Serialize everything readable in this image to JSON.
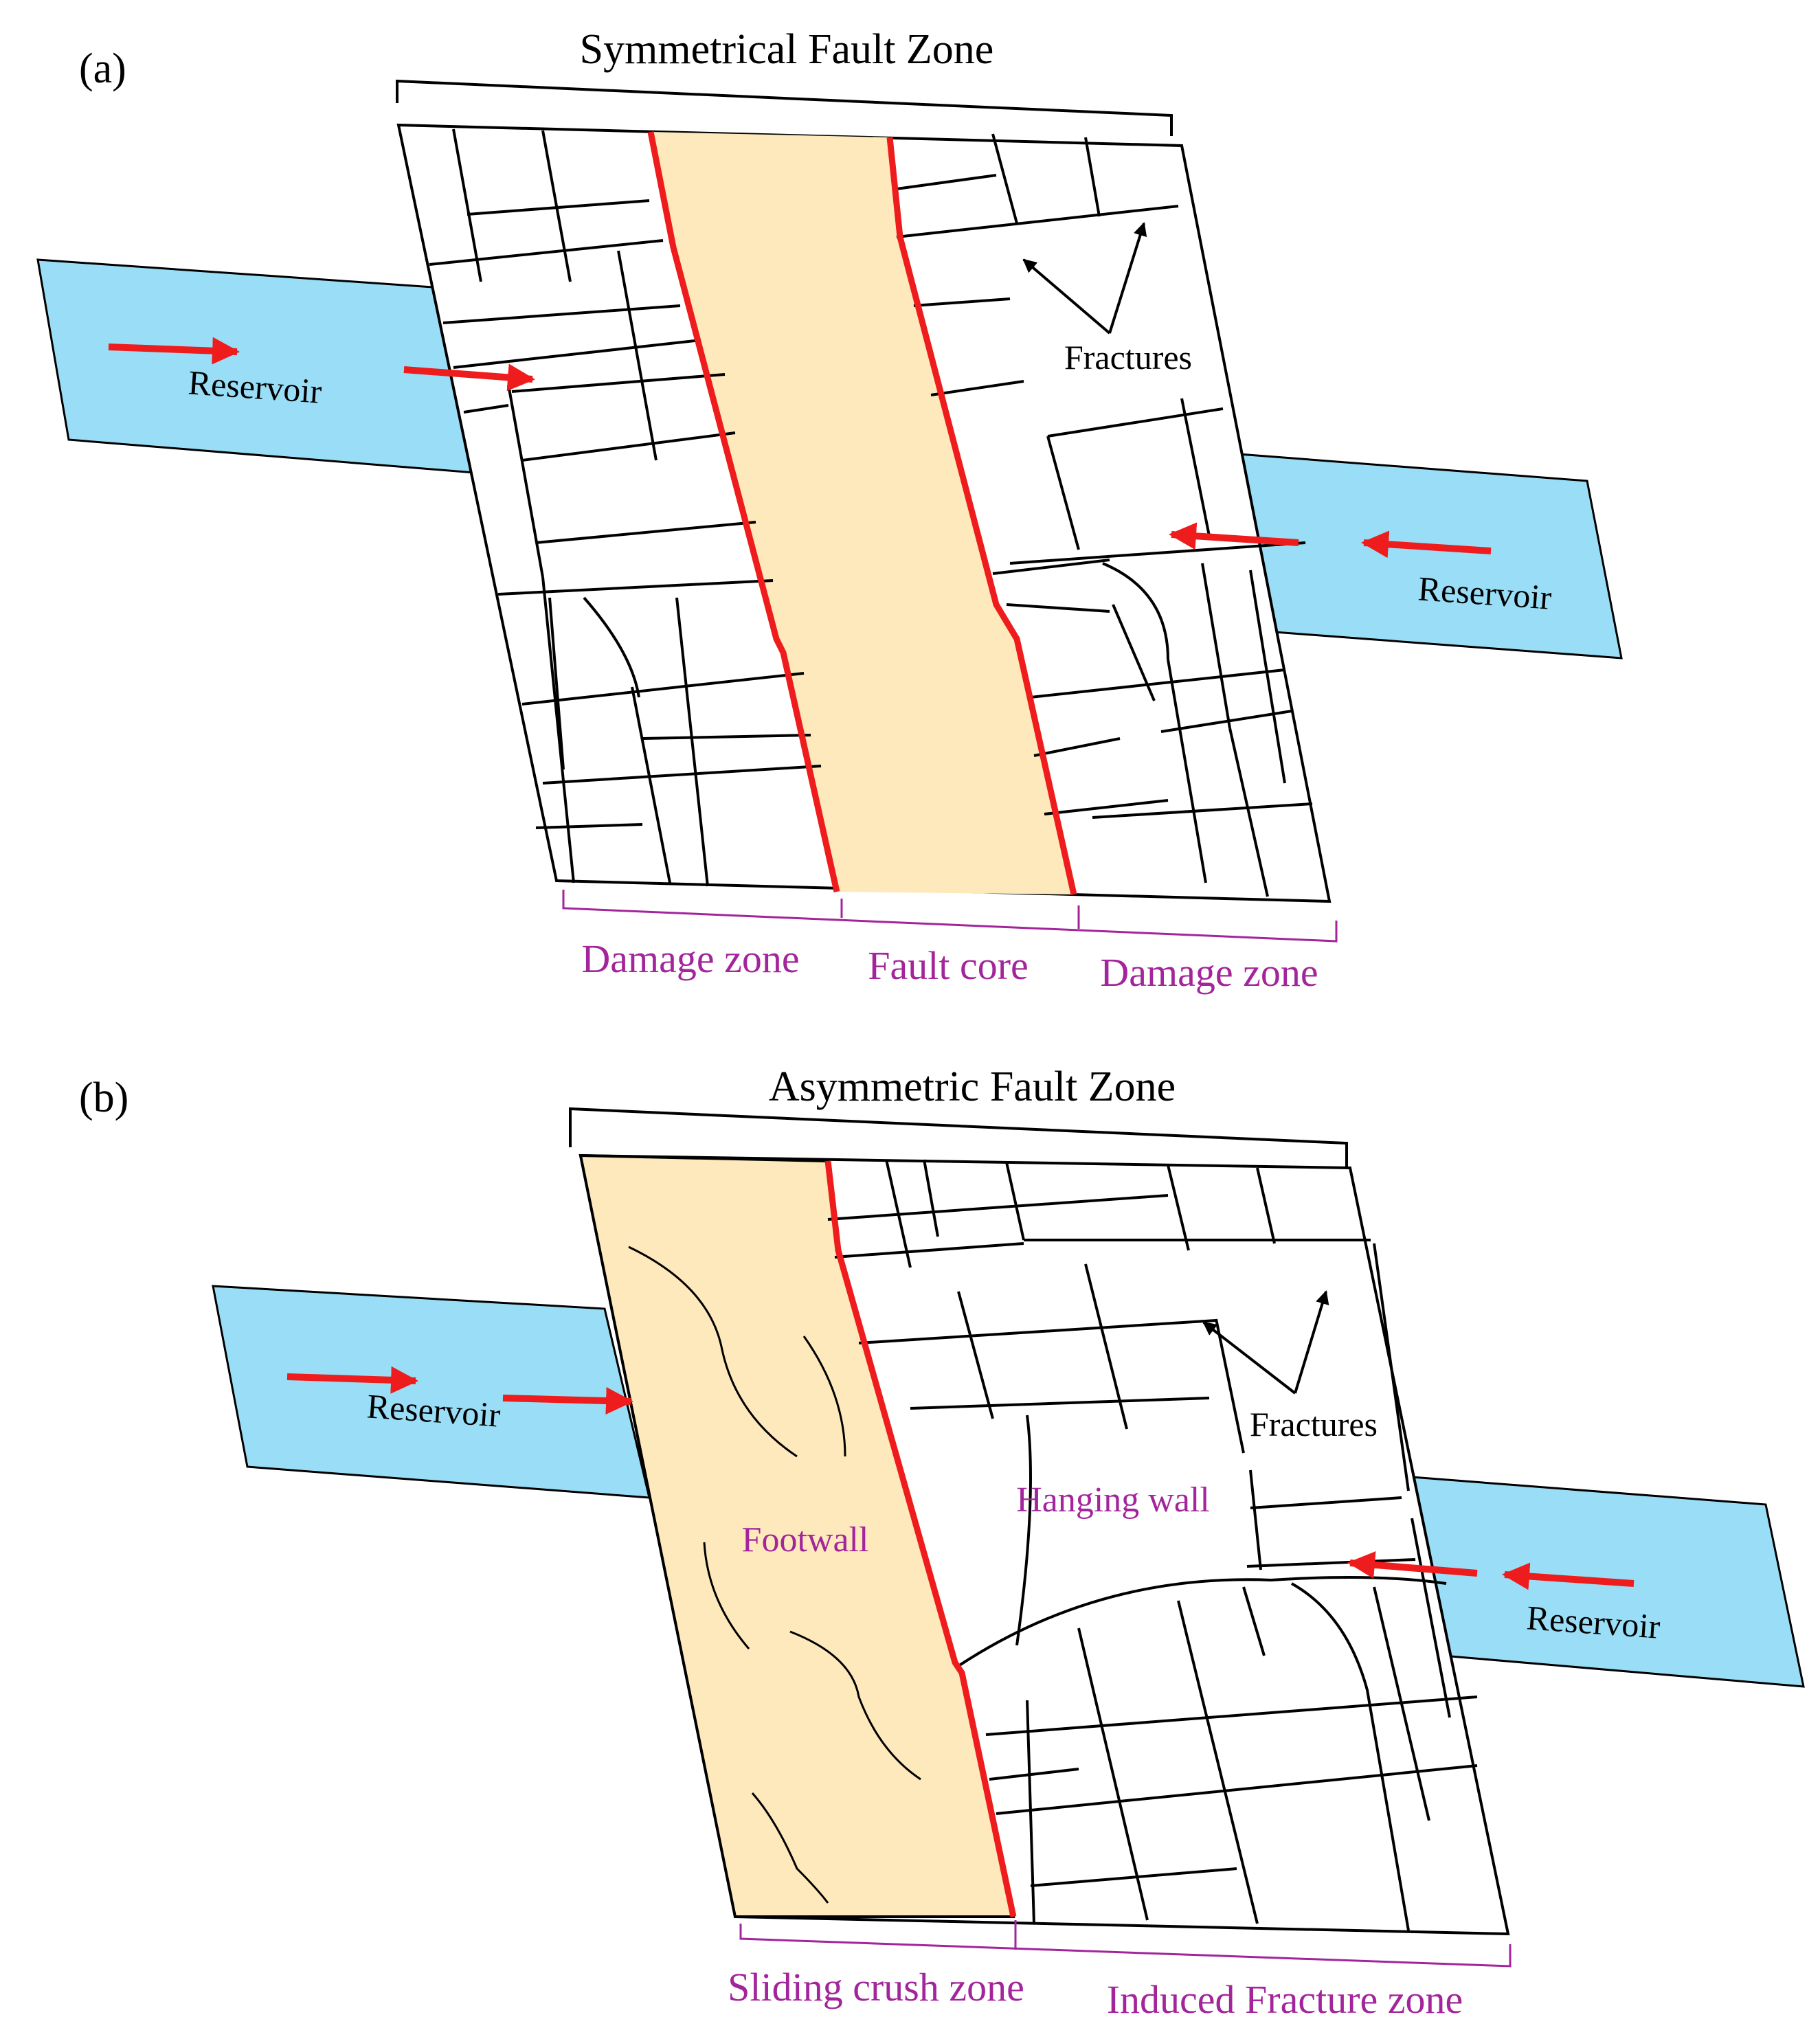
{
  "panel_a": {
    "label": "(a)",
    "title": "Symmetrical Fault Zone",
    "reservoir_left": "Reservoir",
    "reservoir_right": "Reservoir",
    "fractures": "Fractures",
    "bottom_labels": [
      "Damage zone",
      "Fault core",
      "Damage zone"
    ]
  },
  "panel_b": {
    "label": "(b)",
    "title": "Asymmetric Fault Zone",
    "reservoir_left": "Reservoir",
    "reservoir_right": "Reservoir",
    "fractures": "Fractures",
    "footwall": "Footwall",
    "hanging_wall": "Hanging wall",
    "bottom_labels": [
      "Sliding crush zone",
      "Induced Fracture zone"
    ]
  },
  "colors": {
    "reservoir": "#99def6",
    "fault_core": "#fde9bb",
    "fault_line": "#ee1c1c",
    "flow_arrow": "#ee1c1c",
    "zone_label": "#a3259b",
    "outline": "#000000"
  }
}
